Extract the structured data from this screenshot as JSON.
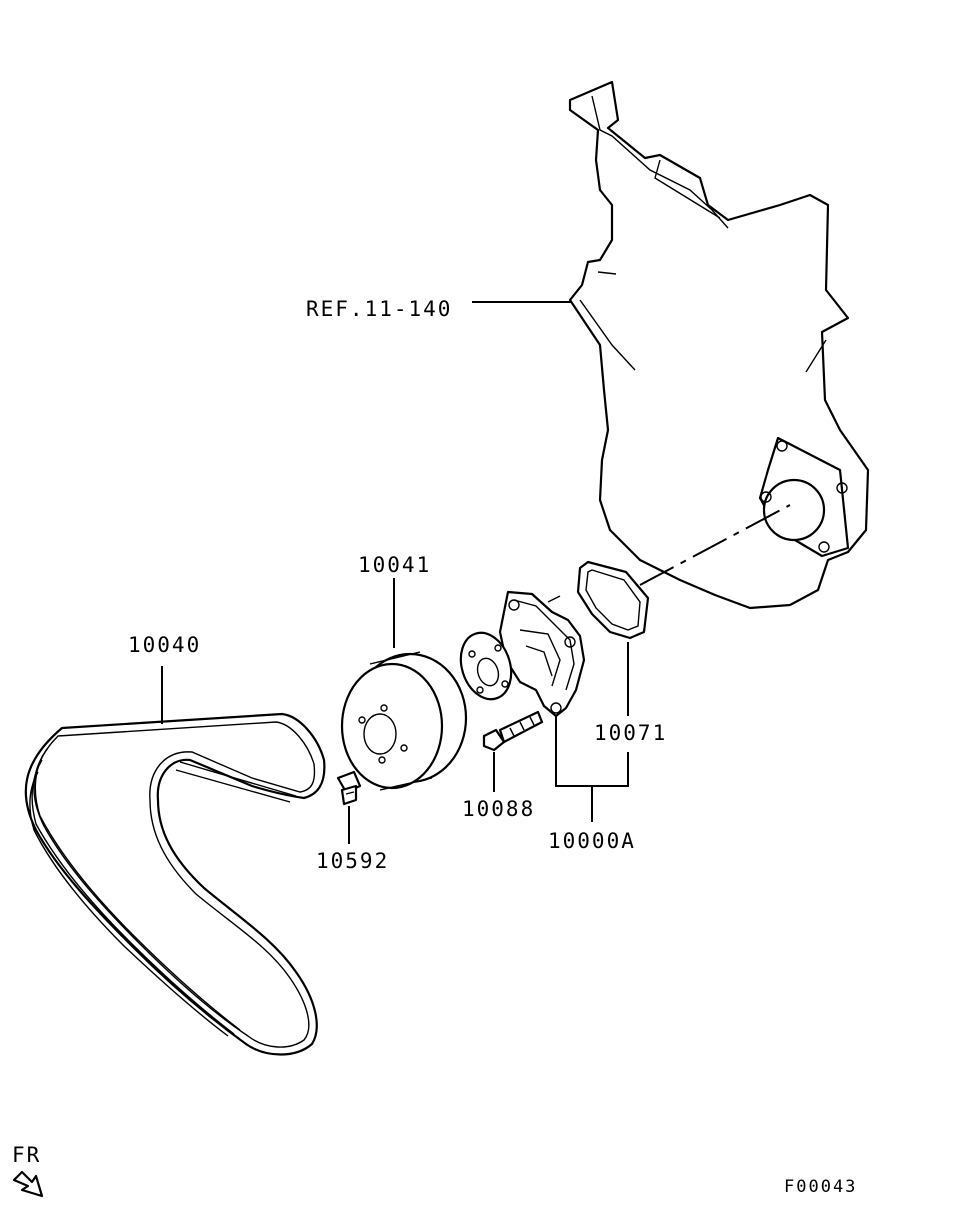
{
  "diagram": {
    "reference_label": "REF.11-140",
    "figure_code": "F00043",
    "direction_label": "FR",
    "callouts": {
      "belt": "10040",
      "pulley": "10041",
      "pulley_bolt": "10592",
      "pump_bolt": "10088",
      "gasket": "10071",
      "pump_assembly": "10000A"
    }
  }
}
